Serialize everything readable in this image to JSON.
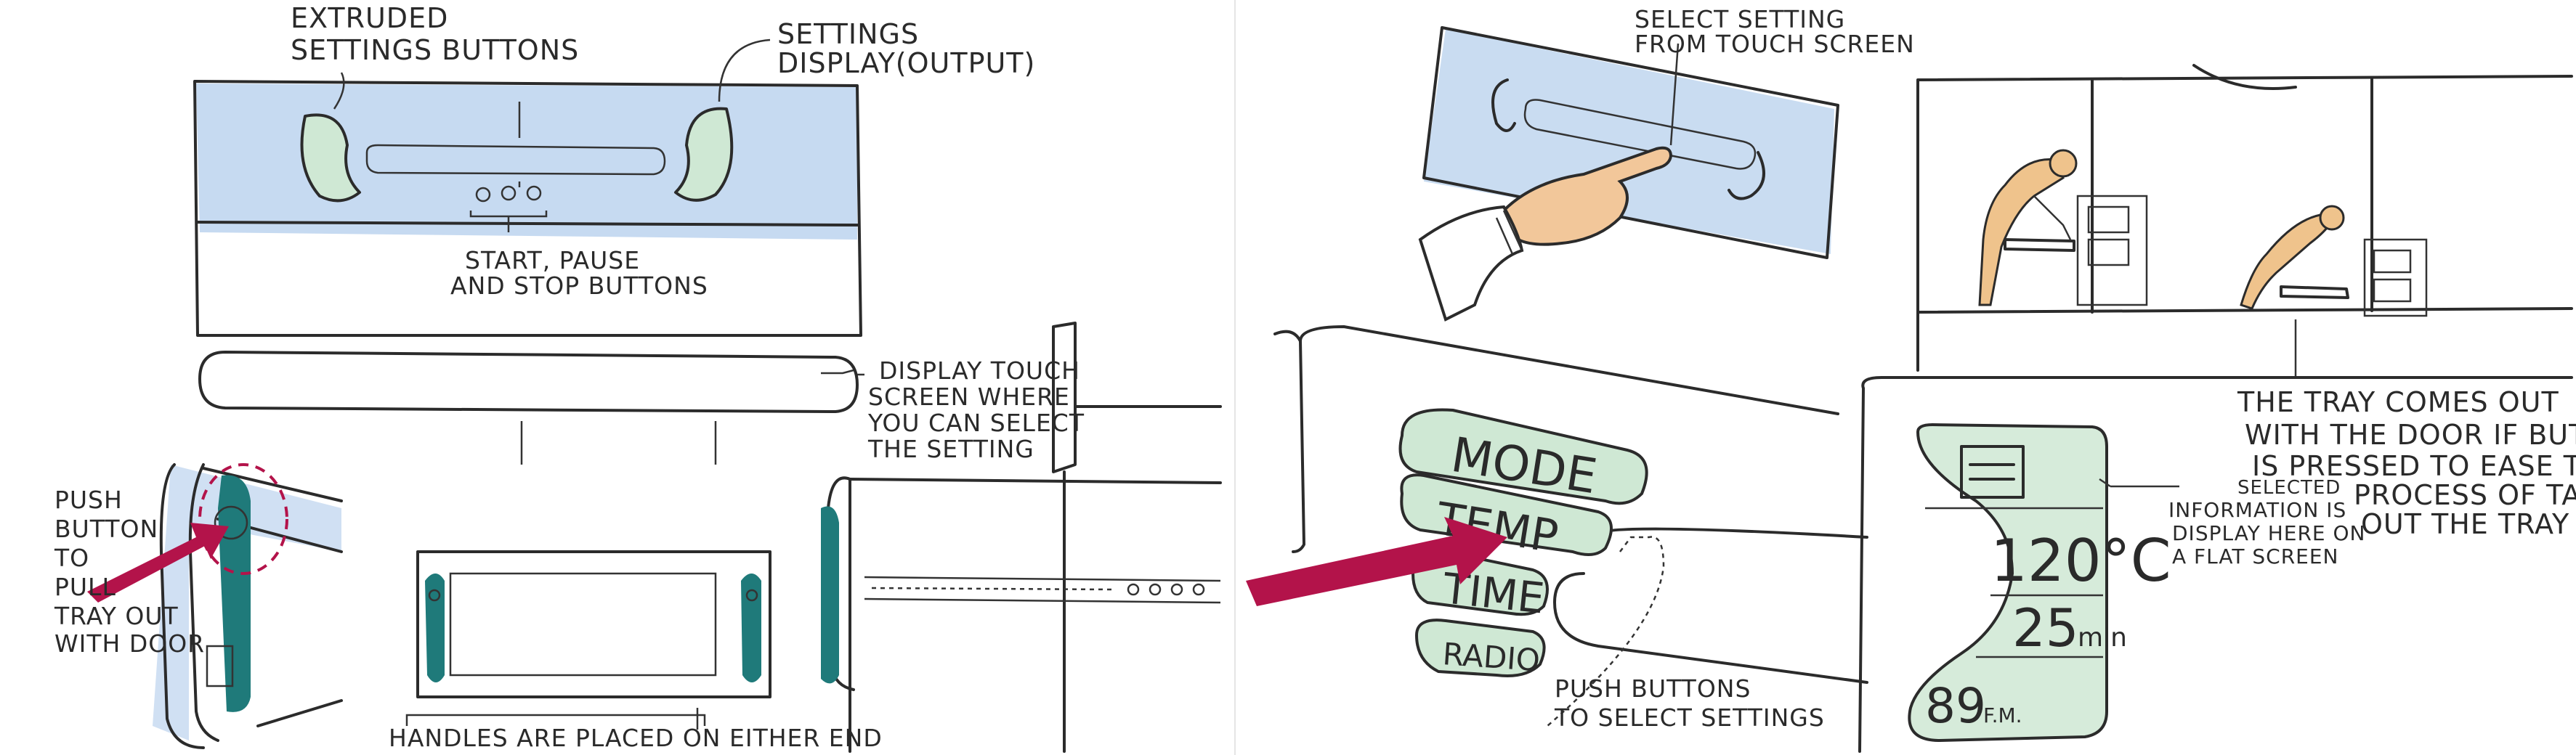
{
  "colors": {
    "ink": "#2b2b2b",
    "sketch_blue": "#bcd3ee",
    "mint_green": "#cfe8d4",
    "teal_handle": "#1f7a7a",
    "arrow_crimson": "#b3134a",
    "skin": "#f2c79a"
  },
  "labels": {
    "extruded_1": "EXTRUDED",
    "extruded_2": "SETTINGS BUTTONS",
    "settings_1": "SETTINGS",
    "settings_2": "DISPLAY(OUTPUT)",
    "start_1": "START, PAUSE",
    "start_2": "AND STOP BUTTONS",
    "touch_1": "DISPLAY TOUCH",
    "touch_2": "SCREEN WHERE",
    "touch_3": "YOU CAN SELECT",
    "touch_4": "THE SETTING",
    "push_1": "PUSH",
    "push_2": "BUTTON",
    "push_3": "TO",
    "push_4": "PULL",
    "push_5": "TRAY OUT",
    "push_6": "WITH DOOR",
    "handles": "HANDLES ARE PLACED ON EITHER END",
    "select_1": "SELECT SETTING",
    "select_2": "FROM TOUCH SCREEN",
    "tray_1": "THE TRAY COMES OUT",
    "tray_2": "WITH THE DOOR IF BUTTON",
    "tray_3": "IS PRESSED TO EASE THE",
    "tray_4": "PROCESS OF TAKING",
    "tray_5": "OUT THE TRAY",
    "pushsel_1": "PUSH BUTTONS",
    "pushsel_2": "TO SELECT SETTINGS",
    "info_1": "SELECTED",
    "info_2": "INFORMATION IS",
    "info_3": "DISPLAY HERE ON",
    "info_4": "A FLAT SCREEN"
  },
  "control_buttons": [
    "MODE",
    "TEMP",
    "TIME",
    "RADIO"
  ],
  "display_screen": {
    "temperature": "120°C",
    "time_value": "25",
    "time_unit": "min",
    "clock_value": "89",
    "clock_unit": "F.M."
  }
}
